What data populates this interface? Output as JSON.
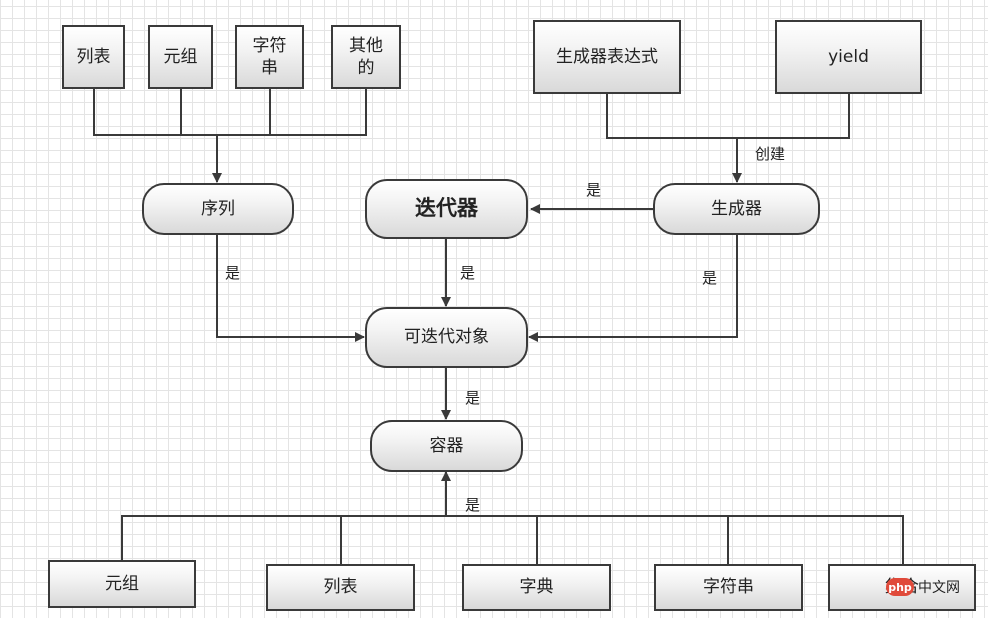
{
  "nodes": {
    "list_top": "列表",
    "tuple_top": "元组",
    "string_top": "字符串",
    "other_top": "其他的",
    "genexpr": "生成器表达式",
    "yield": "yield",
    "sequence": "序列",
    "iterator": "迭代器",
    "generator": "生成器",
    "iterable": "可迭代对象",
    "container": "容器",
    "tuple_bottom": "元组",
    "list_bottom": "列表",
    "dict_bottom": "字典",
    "string_bottom": "字符串",
    "set_bottom": "集合"
  },
  "edge_labels": {
    "create": "创建",
    "gen_is_iterator": "是",
    "seq_is_iterable": "是",
    "iterator_is_iterable": "是",
    "gen_is_iterable": "是",
    "iterable_is_container": "是",
    "bottom_is_container": "是"
  },
  "watermark": {
    "logo": "php",
    "text": "中文网"
  },
  "colors": {
    "line": "#3a3a3a",
    "grid": "#e4e4e4",
    "node_gradient_top": "#ffffff",
    "node_gradient_bottom": "#d9d9d9",
    "watermark_logo": "#e04a3a"
  }
}
